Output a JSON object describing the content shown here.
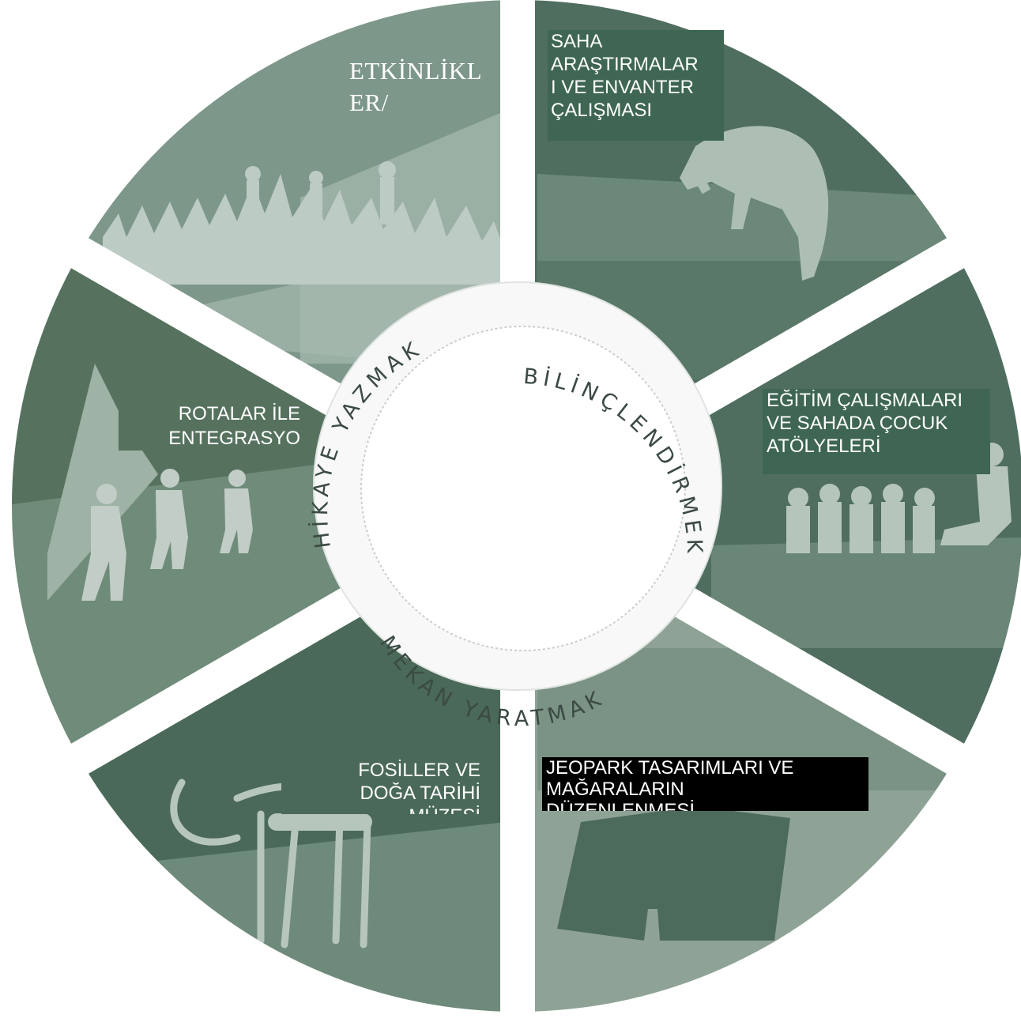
{
  "colors": {
    "segment_dark": "#4d6b5c",
    "segment_mid": "#6e8a7c",
    "segment_light": "#9fb2a7",
    "silhouette": "#c2cec7",
    "ring": "#f7f8f7",
    "center": "#ffffff",
    "ring_text": "#3b4a43",
    "label_box_green": "#3e6652",
    "label_box_black": "#000000"
  },
  "ring_words": {
    "hikaye": "HİKAYE YAZMAK",
    "bilinclendirmek": "BİLİNÇLENDİRMEK",
    "mekan": "MEKAN YARATMAK"
  },
  "segments": {
    "etkinlikler": {
      "label": "ETKİNLİKL\nER/",
      "icon": "concert-crowd-silhouette"
    },
    "saha": {
      "label": "SAHA\nARAŞTIRMALAR\nI VE ENVANTER\nÇALIŞMASI",
      "icon": "field-researcher-silhouette"
    },
    "egitim": {
      "label": "EĞİTİM ÇALIŞMALARI\nVE SAHADA ÇOCUK\nATÖLYELERİ",
      "icon": "classroom-silhouette"
    },
    "jeopark": {
      "label": "JEOPARK TASARIMLARI VE\nMAĞARALARIN\nDÜZENLENMESİ",
      "icon": "cave-entrance-silhouette"
    },
    "fosiller": {
      "label": "FOSİLLER VE\nDOĞA TARİHİ\nMÜZESİ",
      "icon": "mammoth-skeleton-silhouette"
    },
    "rotalar": {
      "label": "ROTALAR İLE\nENTEGRASYO",
      "icon": "hikers-silhouette"
    }
  }
}
